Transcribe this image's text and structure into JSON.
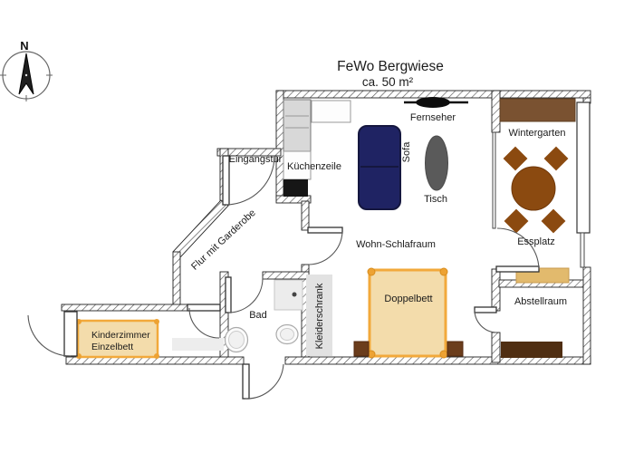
{
  "title": {
    "name": "FeWo Bergwiese",
    "area": "ca. 50 m²"
  },
  "compass": {
    "north": "N"
  },
  "labels": {
    "entrance_door": "Eingangstür",
    "kitchen_unit": "Küchenzeile",
    "tv": "Fernseher",
    "sofa": "Sofa",
    "table": "Tisch",
    "winter_garden": "Wintergarten",
    "dining_area": "Essplatz",
    "living_sleeping_room": "Wohn-Schlafraum",
    "hallway": "Flur mit Garderobe",
    "bathroom": "Bad",
    "wardrobe": "Kleiderschrank",
    "double_bed": "Doppelbett",
    "storage_room": "Abstellraum",
    "kids_room": "Kinderzimmer",
    "single_bed": "Einzelbett"
  },
  "colors": {
    "sofa": "#1f2363",
    "tv": "#0d0d0d",
    "table_gray": "#5a5a5a",
    "sideboard_brown": "#7a5231",
    "dining_brown": "#8b4a10",
    "bench_tan": "#e2ba6d",
    "shelf_dark_brown": "#4f2e12",
    "nightstand_brown": "#6b3d1c",
    "bed_fill": "#f3dcab",
    "bed_border": "#f2a93b",
    "bed_post": "#eda233",
    "wardrobe_gray": "#e2e2e2",
    "cabinet_gray": "#d8d8d8",
    "appliance_black": "#161616"
  }
}
